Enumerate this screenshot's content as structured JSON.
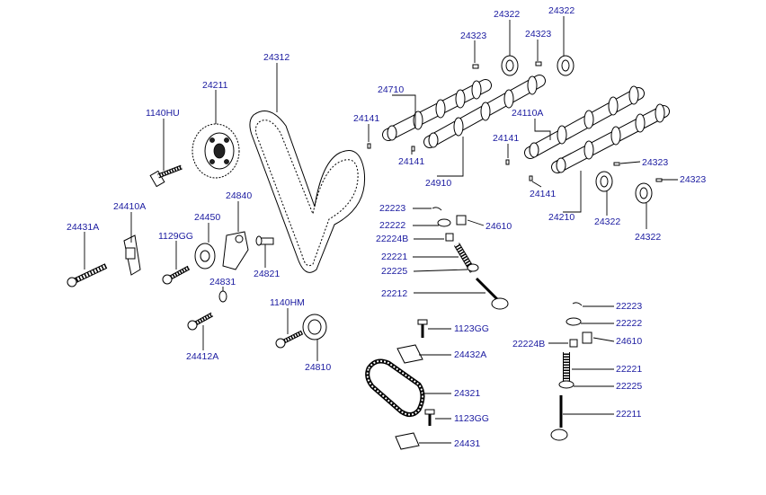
{
  "labels": {
    "p24322_a": "24322",
    "p24322_b": "24322",
    "p24323_a": "24323",
    "p24323_b": "24323",
    "p24312": "24312",
    "p24710": "24710",
    "p24211": "24211",
    "p1140HU": "1140HU",
    "p24141_a": "24141",
    "p24110A": "24110A",
    "p24141_b": "24141",
    "p24141_c": "24141",
    "p24910": "24910",
    "p24323_c": "24323",
    "p24323_d": "24323",
    "p24141_d": "24141",
    "p24210": "24210",
    "p24322_c": "24322",
    "p24322_d": "24322",
    "p24840": "24840",
    "p24410A": "24410A",
    "p24450": "24450",
    "p24431A": "24431A",
    "p1129GG": "1129GG",
    "p24821": "24821",
    "p22223_a": "22223",
    "p22222_a": "22222",
    "p22224B_a": "22224B",
    "p24610_a": "24610",
    "p22221_a": "22221",
    "p22225_a": "22225",
    "p22212": "22212",
    "p24831": "24831",
    "p1140HM": "1140HM",
    "p24412A": "24412A",
    "p24810": "24810",
    "p1123GG_a": "1123GG",
    "p24432A": "24432A",
    "p24321": "24321",
    "p1123GG_b": "1123GG",
    "p24431": "24431",
    "p22223_b": "22223",
    "p22222_b": "22222",
    "p22224B_b": "22224B",
    "p24610_b": "24610",
    "p22221_b": "22221",
    "p22225_b": "22225",
    "p22211": "22211"
  },
  "colors": {
    "label": "#1a1aa0",
    "line": "#000000"
  }
}
